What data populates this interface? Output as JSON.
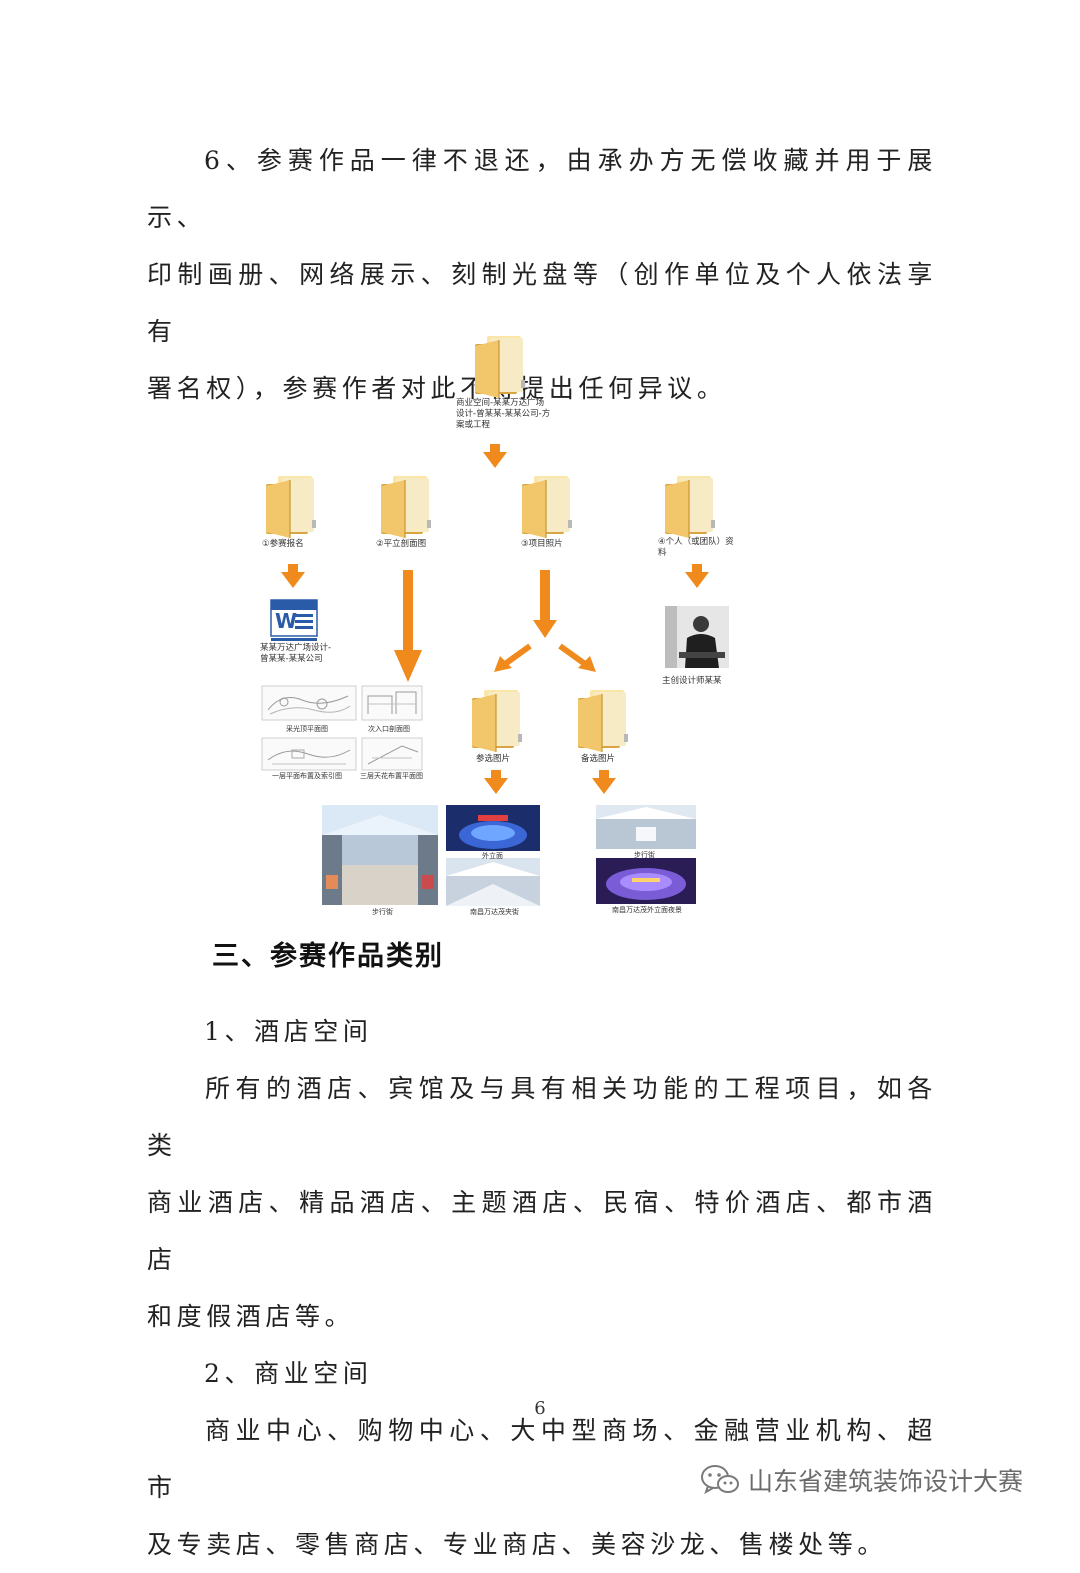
{
  "intro": {
    "line1": "6、参赛作品一律不退还，由承办方无偿收藏并用于展示、",
    "line2": "印制画册、网络展示、刻制光盘等（创作单位及个人依法享有",
    "line3": "署名权），参赛作者对此不得提出任何异议。"
  },
  "diagram": {
    "root_label": "商业空间-某某万达广场设计-曾某某-某某公司-方案或工程",
    "folders": [
      {
        "label": "①参赛报名"
      },
      {
        "label": "②平立剖面图"
      },
      {
        "label": "③项目照片"
      },
      {
        "label": "④个人（或团队）资料"
      }
    ],
    "word_doc_label": "某某万达广场设计-曾某某-某某公司",
    "designer_label": "主创设计师某某",
    "drawings": [
      {
        "label": "采光顶平面图"
      },
      {
        "label": "次入口剖面图"
      },
      {
        "label": "一层平面布置及索引图"
      },
      {
        "label": "三层天花布置平面图"
      }
    ],
    "subfolders": [
      {
        "label": "参选图片"
      },
      {
        "label": "备选图片"
      }
    ],
    "photos_left": [
      {
        "label": "步行街"
      },
      {
        "label": "外立面"
      },
      {
        "label": "南昌万达茂夹街"
      }
    ],
    "photos_right": [
      {
        "label": "步行街"
      },
      {
        "label": "南昌万达茂外立面夜景"
      }
    ],
    "colors": {
      "arrow": "#f08a1c",
      "folder": "#f2c66b",
      "folder_dark": "#d9a441"
    }
  },
  "section": {
    "heading": "三、参赛作品类别",
    "item1_title": "1、酒店空间",
    "item1_line1": "所有的酒店、宾馆及与具有相关功能的工程项目，如各类",
    "item1_line2": "商业酒店、精品酒店、主题酒店、民宿、特价酒店、都市酒店",
    "item1_line3": "和度假酒店等。",
    "item2_title": "2、商业空间",
    "item2_line1": "商业中心、购物中心、大中型商场、金融营业机构、超市",
    "item2_line2": "及专卖店、零售商店、专业商店、美容沙龙、售楼处等。"
  },
  "footer": {
    "page_number": "6",
    "watermark": "山东省建筑装饰设计大赛",
    "watermark_icon": "wechat-icon"
  }
}
